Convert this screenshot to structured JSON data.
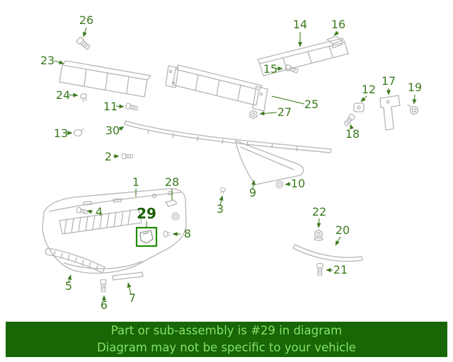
{
  "diagram": {
    "highlighted_callout": "29",
    "callouts": {
      "n1": "1",
      "n2": "2",
      "n3": "3",
      "n4": "4",
      "n5": "5",
      "n6": "6",
      "n7": "7",
      "n8": "8",
      "n9": "9",
      "n10": "10",
      "n11": "11",
      "n12": "12",
      "n13": "13",
      "n14": "14",
      "n15": "15",
      "n16": "16",
      "n17": "17",
      "n18": "18",
      "n19": "19",
      "n20": "20",
      "n21": "21",
      "n22": "22",
      "n23": "23",
      "n24": "24",
      "n25": "25",
      "n26": "26",
      "n27": "27",
      "n28": "28",
      "n29": "29",
      "n30": "30"
    }
  },
  "banner": {
    "line1": "Part or sub-assembly is #29 in diagram",
    "line2": "Diagram may not be specific to your vehicle"
  },
  "colors": {
    "callout_green": "#3c7a1e",
    "highlight_green": "#1f8c00",
    "banner_background": "#186605",
    "banner_text": "#86e26a",
    "part_outline_gray": "#b5b5b5"
  }
}
